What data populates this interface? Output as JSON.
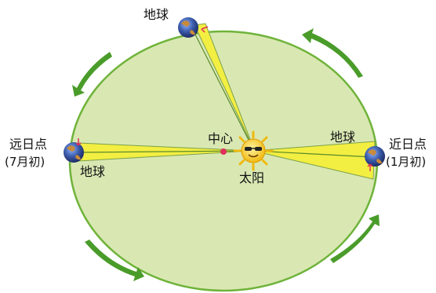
{
  "labels": {
    "earth_top": "地球",
    "earth_left": "地球",
    "earth_right": "地球",
    "center": "中心",
    "sun": "太阳",
    "aphelion": "远日点",
    "aphelion_date": "(7月初)",
    "perihelion": "近日点",
    "perihelion_date": "(1月初)"
  },
  "colors": {
    "orbit_fill": "#d9e8b3",
    "orbit_stroke": "#6fb33a",
    "sector_fill": "#f3ee42",
    "sun": "#f2c21a",
    "arrow": "#4a9c2a",
    "center_dot": "#e0305a",
    "earth": "#3a5aa8"
  },
  "icons": [
    "earth-icon",
    "sun-icon",
    "orbit-arrow-icon"
  ]
}
